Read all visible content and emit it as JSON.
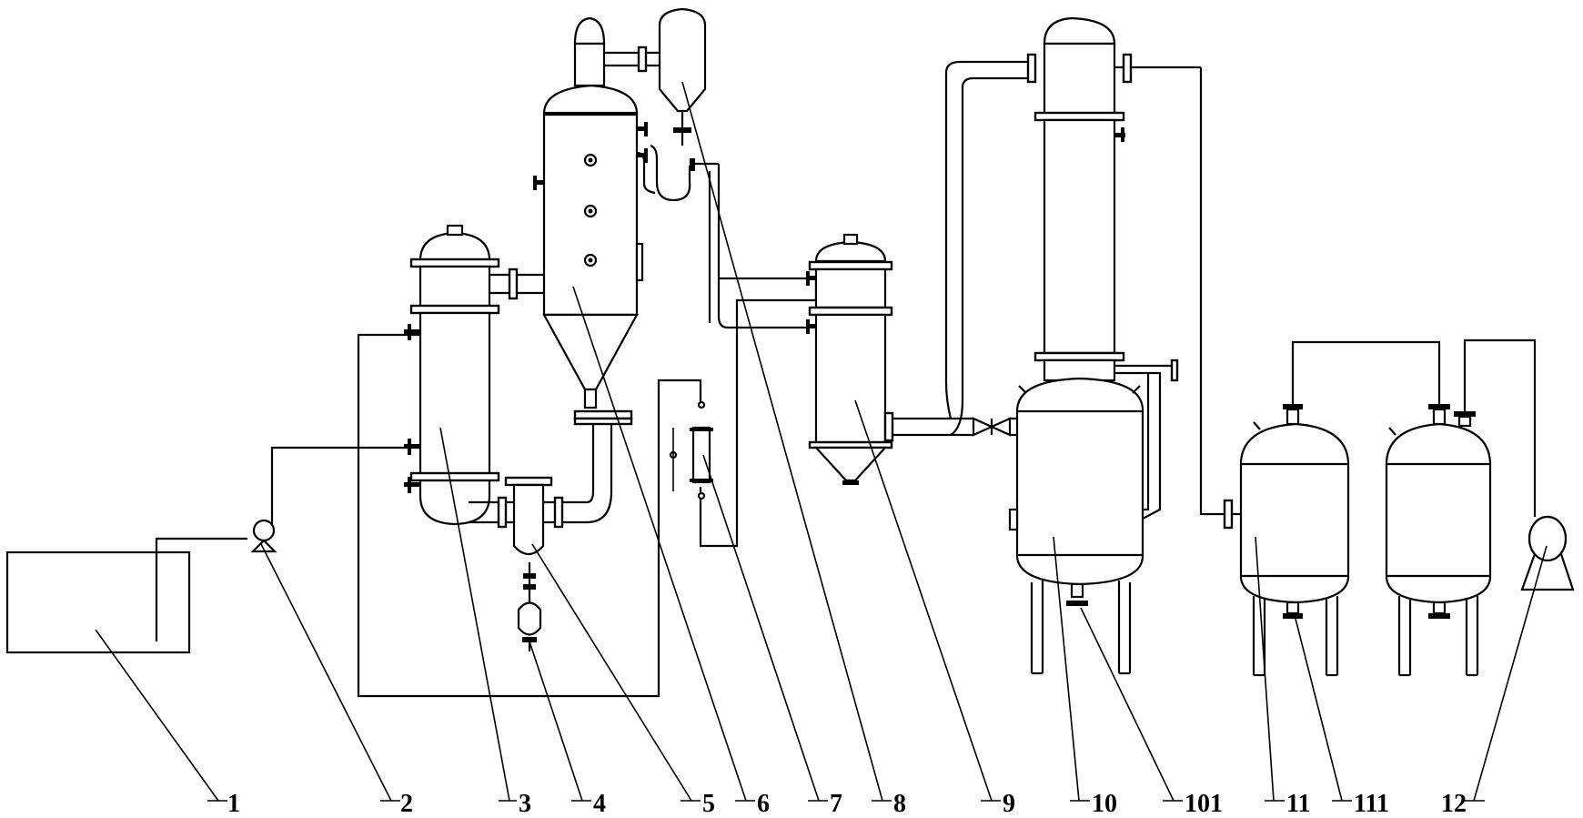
{
  "callouts": [
    {
      "id": "c1",
      "text": "1"
    },
    {
      "id": "c2",
      "text": "2"
    },
    {
      "id": "c3",
      "text": "3"
    },
    {
      "id": "c4",
      "text": "4"
    },
    {
      "id": "c5",
      "text": "5"
    },
    {
      "id": "c6",
      "text": "6"
    },
    {
      "id": "c7",
      "text": "7"
    },
    {
      "id": "c8",
      "text": "8"
    },
    {
      "id": "c9",
      "text": "9"
    },
    {
      "id": "c10",
      "text": "10"
    },
    {
      "id": "c101",
      "text": "101"
    },
    {
      "id": "c11",
      "text": "11"
    },
    {
      "id": "c111",
      "text": "111"
    },
    {
      "id": "c12",
      "text": "12"
    }
  ]
}
